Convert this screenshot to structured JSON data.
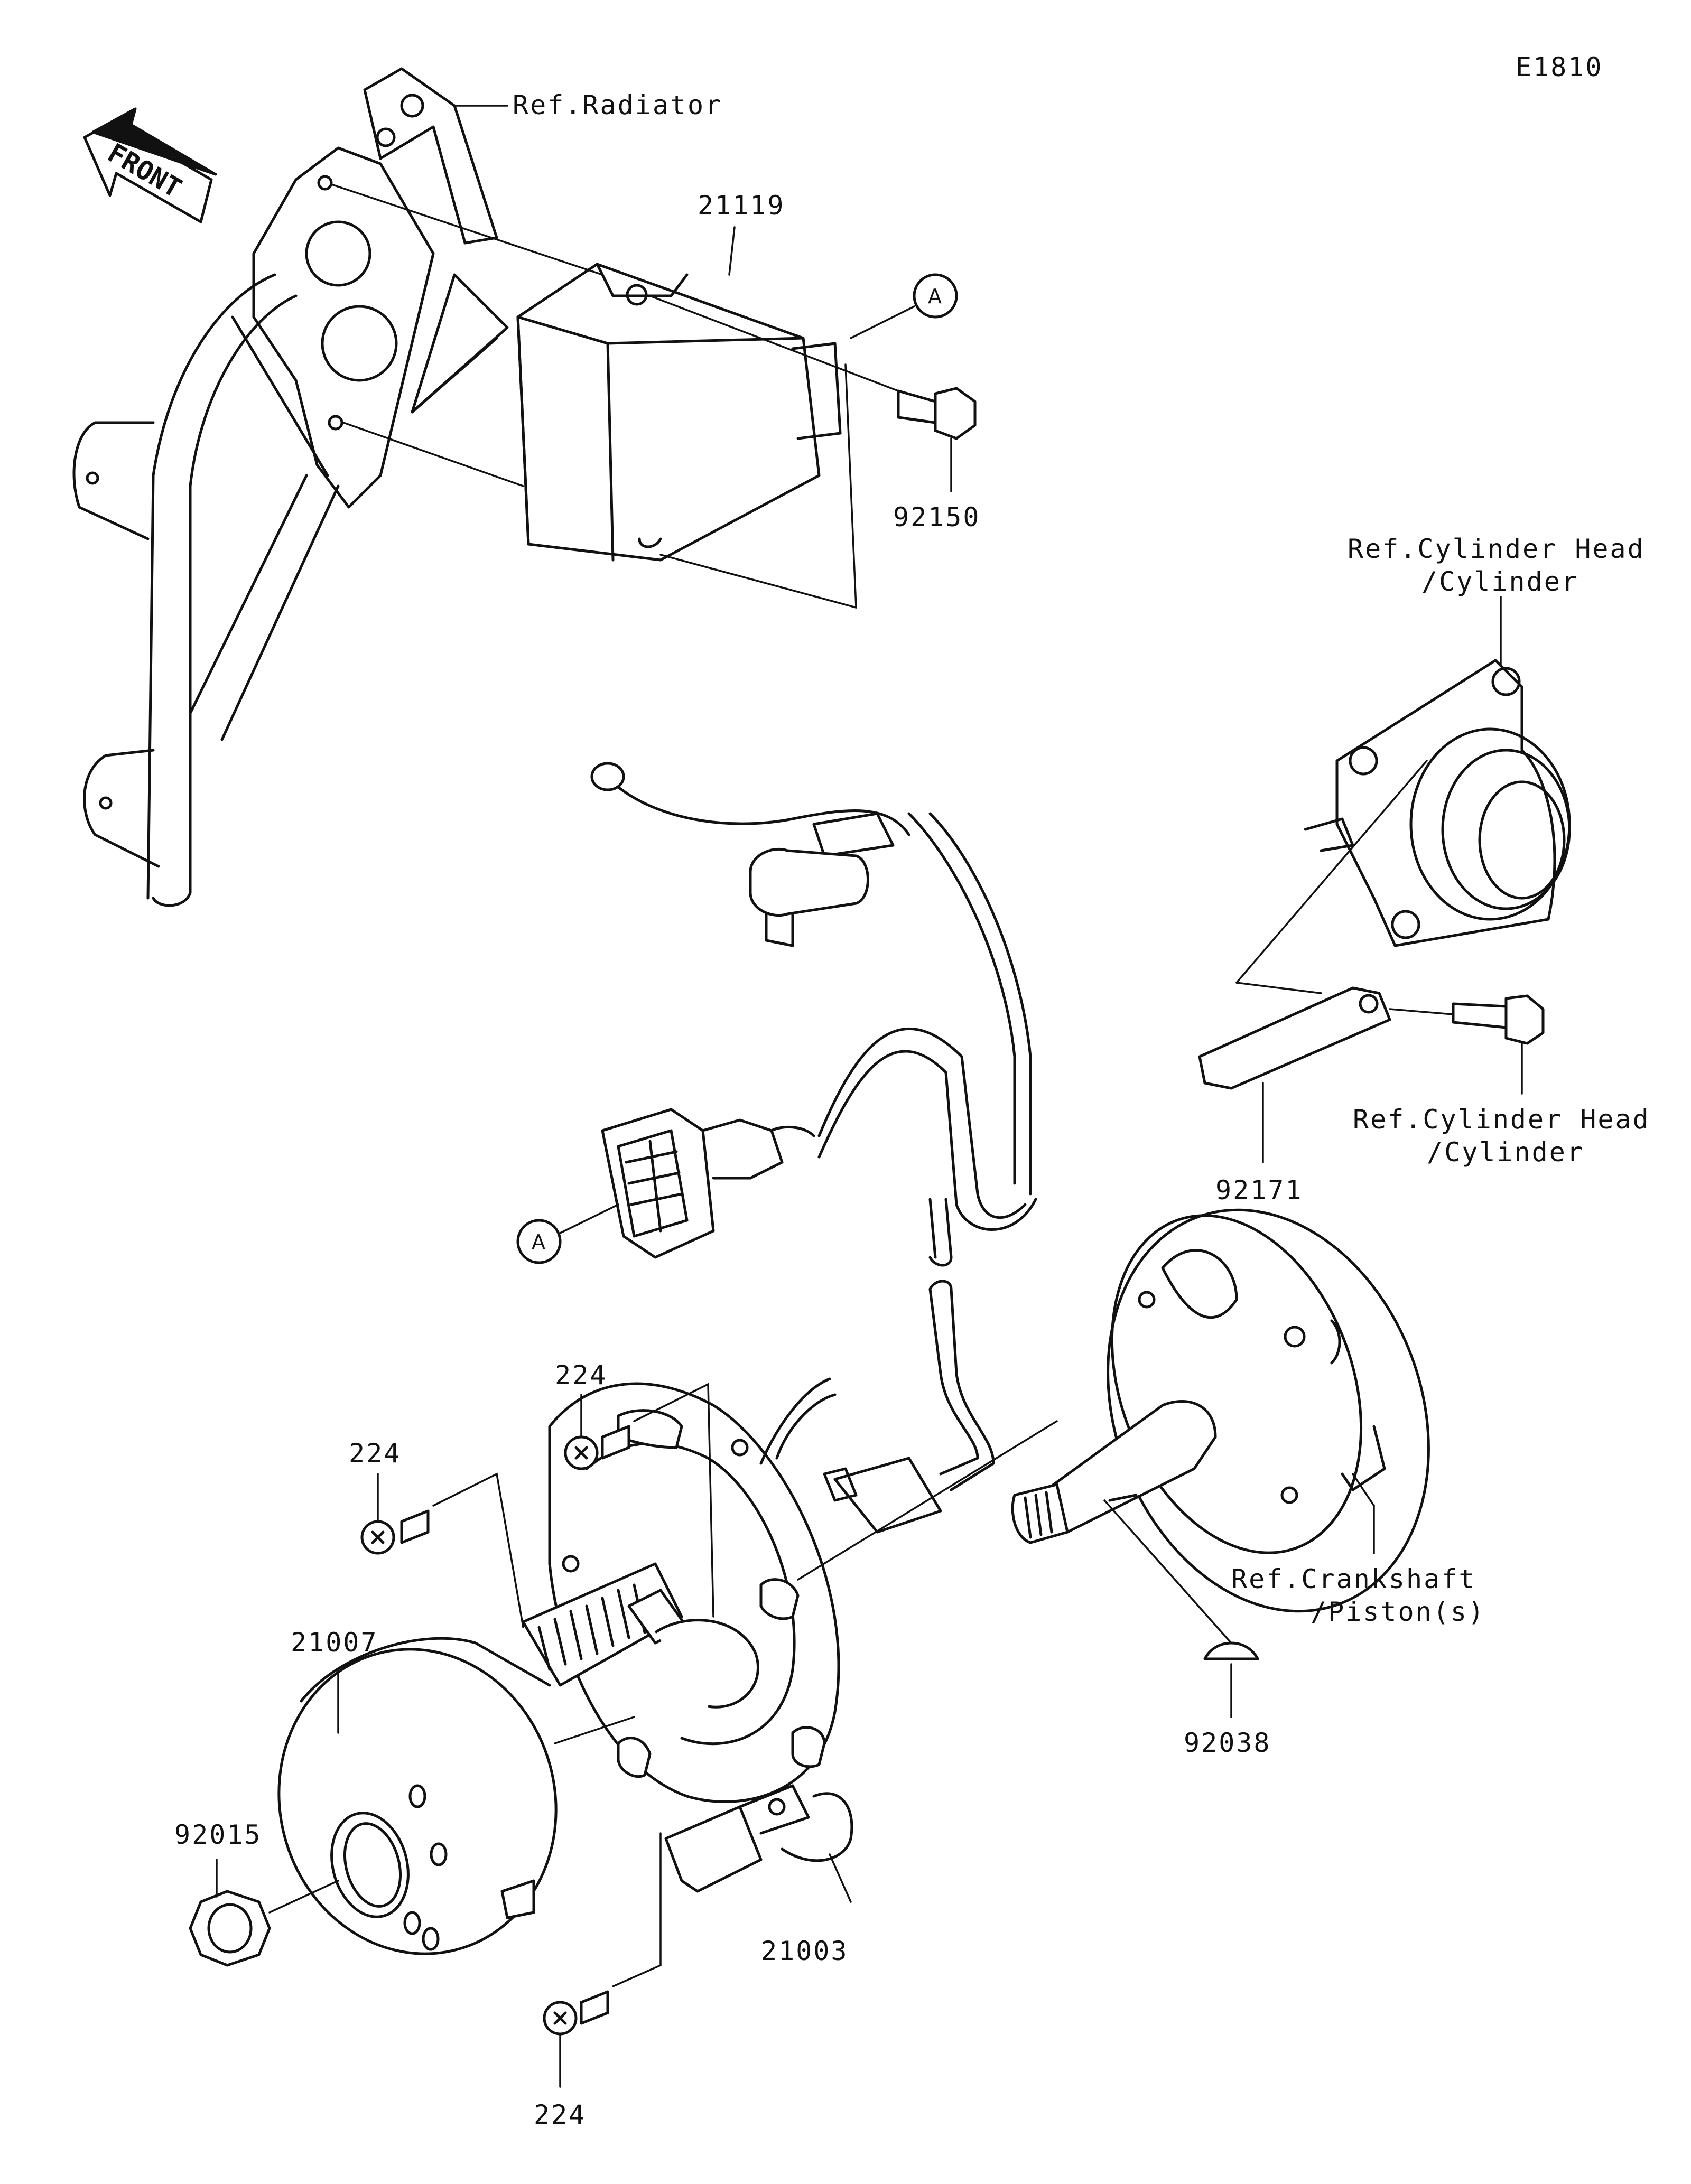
{
  "diagram_code": "E1810",
  "front_label": "FRONT",
  "callout_mark": "A",
  "refs": {
    "radiator": "Ref.Radiator",
    "cyl_head_1": "Ref.Cylinder Head",
    "cyl_head_1b": "/Cylinder",
    "cyl_head_2": "Ref.Cylinder Head",
    "cyl_head_2b": "/Cylinder",
    "crankshaft": "Ref.Crankshaft",
    "crankshaft_b": "/Piston(s)"
  },
  "parts": {
    "cdi_unit": "21119",
    "bolt_cdi": "92150",
    "plate": "92171",
    "screw_a": "224",
    "screw_b": "224",
    "screw_c": "224",
    "flywheel": "21007",
    "nut": "92015",
    "stator": "21003",
    "key": "92038"
  }
}
